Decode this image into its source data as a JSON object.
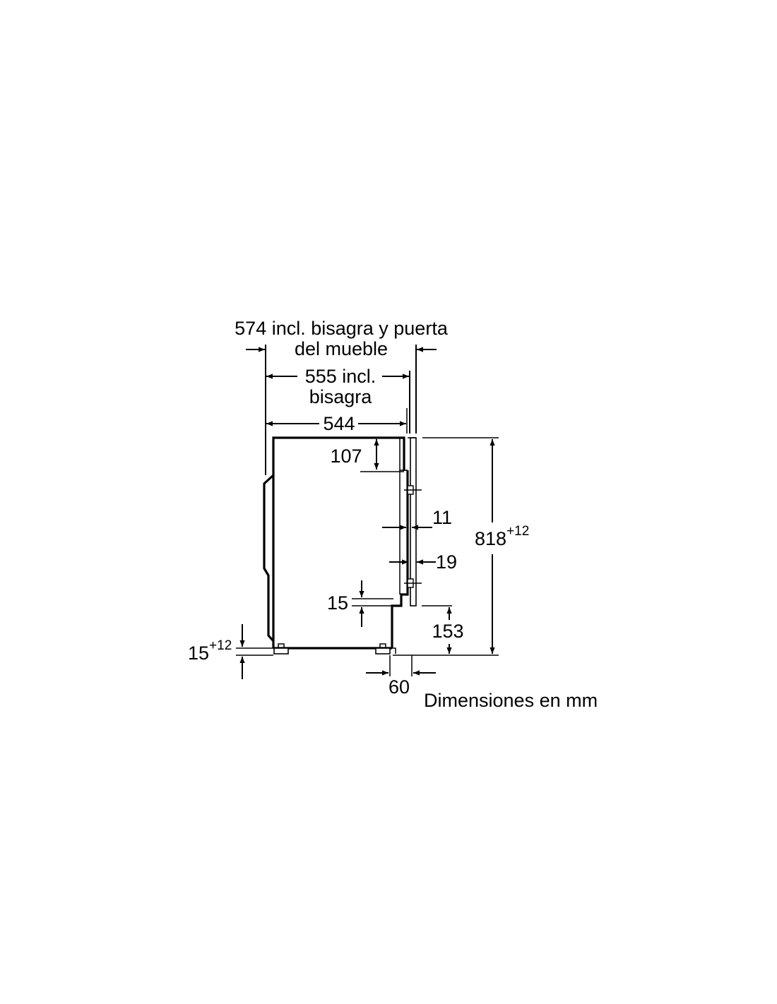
{
  "labels": {
    "dim_574_line1": "574 incl. bisagra y puerta",
    "dim_574_line2": "del mueble",
    "dim_555_line1": "555 incl.",
    "dim_555_line2": "bisagra",
    "dim_544": "544",
    "dim_107": "107",
    "dim_11": "11",
    "dim_818": "818",
    "dim_818_tol": "+12",
    "dim_19": "19",
    "dim_15": "15",
    "dim_153": "153",
    "dim_15_feet": "15",
    "dim_15_feet_tol": "+12",
    "dim_60": "60",
    "units_note": "Dimensiones en mm"
  },
  "colors": {
    "ink": "#000000",
    "background": "#ffffff"
  }
}
